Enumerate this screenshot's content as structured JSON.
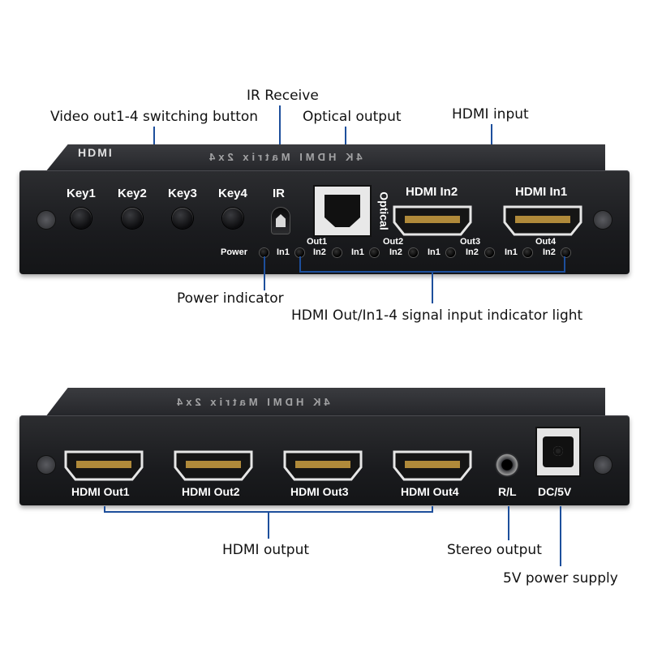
{
  "callouts": {
    "video_switch": "Video out1-4 switching button",
    "ir_receive": "IR Receive",
    "optical_output": "Optical output",
    "hdmi_input": "HDMI input",
    "power_indicator": "Power indicator",
    "signal_indicator": "HDMI Out/In1-4 signal input indicator light",
    "hdmi_output": "HDMI output",
    "stereo_output": "Stereo output",
    "power_supply": "5V power supply"
  },
  "front_panel": {
    "brand": "HDMI",
    "model": "4K HDMI Matrix 2x4",
    "keys": [
      "Key1",
      "Key2",
      "Key3",
      "Key4"
    ],
    "ir_label": "IR",
    "optical_label": "Optical",
    "inputs": [
      "HDMI In2",
      "HDMI In1"
    ],
    "power_label": "Power",
    "out_groups": [
      "Out1",
      "Out2",
      "Out3",
      "Out4"
    ],
    "in_labels": [
      "In1",
      "In2"
    ]
  },
  "back_panel": {
    "model": "4K HDMI Matrix 2x4",
    "outputs": [
      "HDMI Out1",
      "HDMI Out2",
      "HDMI Out3",
      "HDMI Out4"
    ],
    "audio_label": "R/L",
    "power_label": "DC/5V"
  },
  "colors": {
    "guide_line": "#1d4f9c",
    "device_body": "#1f2023",
    "panel_text": "#ffffff"
  }
}
